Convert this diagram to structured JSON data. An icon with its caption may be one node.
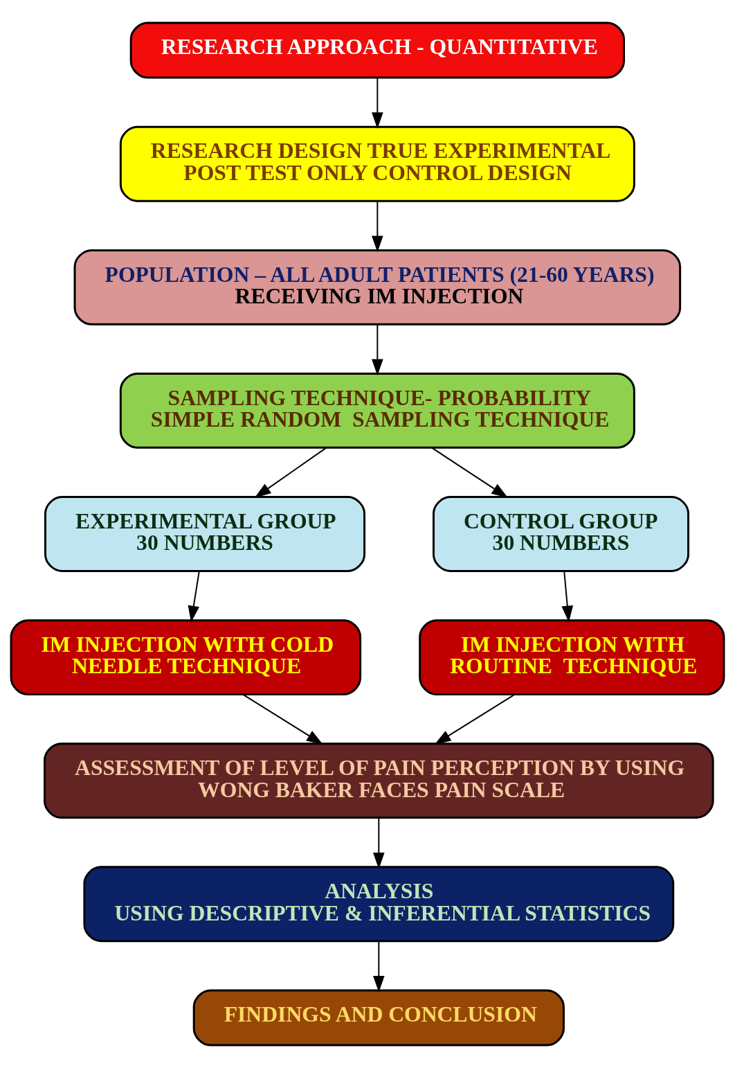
{
  "diagram": {
    "nodes": [
      {
        "text": [
          "RESEARCH APPROACH - QUANTITATIVE"
        ]
      },
      {
        "text": [
          "RESEARCH DESIGN TRUE EXPERIMENTAL POST TEST ONLY CONTROL DESIGN"
        ]
      },
      {
        "text": [
          "POPULATION – ALL ADULT PATIENTS (21-60 YEARS)",
          "RECEIVING IM INJECTION"
        ]
      },
      {
        "text": [
          "SAMPLING TECHNIQUE- PROBABILITY",
          "SIMPLE RANDOM  SAMPLING TECHNIQUE"
        ]
      },
      {
        "text": [
          "EXPERIMENTAL GROUP",
          "30 NUMBERS"
        ]
      },
      {
        "text": [
          "CONTROL GROUP",
          "30 NUMBERS"
        ]
      },
      {
        "text": [
          "IM INJECTION WITH COLD NEEDLE TECHNIQUE"
        ]
      },
      {
        "text": [
          "IM INJECTION WITH ROUTINE  TECHNIQUE"
        ]
      },
      {
        "text": [
          "ASSESSMENT OF LEVEL OF PAIN PERCEPTION BY USING  WONG BAKER FACES PAIN SCALE"
        ]
      },
      {
        "text": [
          "ANALYSIS",
          "USING DESCRIPTIVE & INFERENTIAL STATISTICS"
        ]
      },
      {
        "text": [
          "FINDINGS AND CONCLUSION"
        ]
      }
    ],
    "edges": [
      {
        "from": 0,
        "to": 1,
        "arrow": "to"
      },
      {
        "from": 1,
        "to": 2,
        "arrow": "to"
      },
      {
        "from": 2,
        "to": 3,
        "arrow": "to"
      },
      {
        "from": 3,
        "to": 4,
        "arrow": "to"
      },
      {
        "from": 3,
        "to": 5,
        "arrow": "to"
      },
      {
        "from": 4,
        "to": 6,
        "arrow": "to"
      },
      {
        "from": 5,
        "to": 7,
        "arrow": "to"
      },
      {
        "from": 6,
        "to": 8,
        "arrow": "to"
      },
      {
        "from": 7,
        "to": 8,
        "arrow": "to"
      },
      {
        "from": 8,
        "to": 9,
        "arrow": "to"
      },
      {
        "from": 9,
        "to": 10,
        "arrow": "to"
      }
    ]
  }
}
